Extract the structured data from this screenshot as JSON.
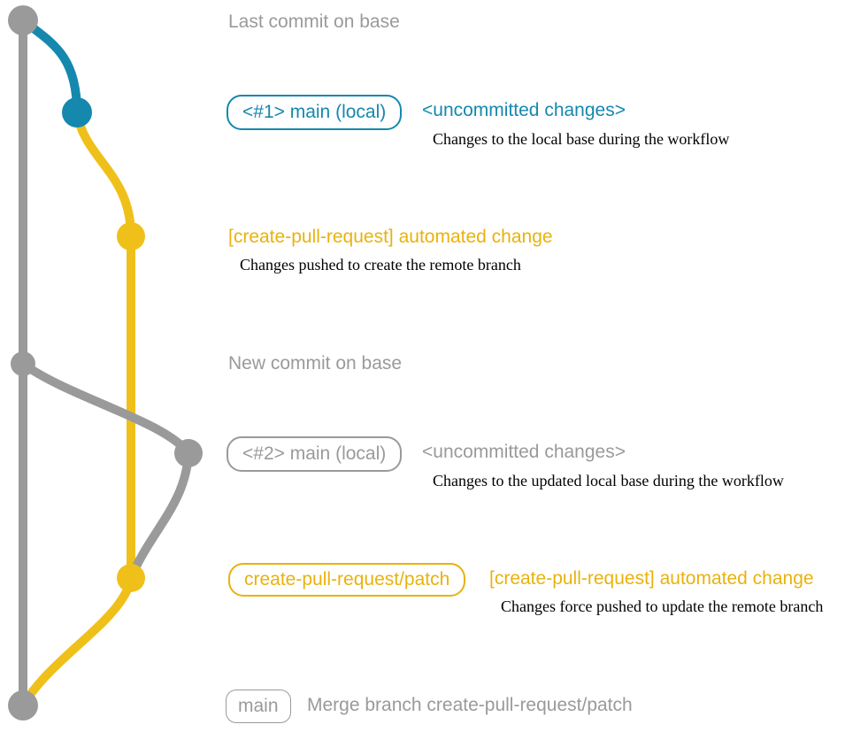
{
  "colors": {
    "gray": "#9a9a9a",
    "blue": "#1588ae",
    "yellow": "#f0c01a",
    "yellow_label": "#e9b20d",
    "black": "#000000"
  },
  "annotations": {
    "last_commit": {
      "title": "Last commit on base"
    },
    "step1": {
      "branch_label": "<#1> main (local)",
      "status": "<uncommitted changes>",
      "description": "Changes to the local base during the workflow"
    },
    "step2": {
      "label": "[create-pull-request] automated change",
      "description": "Changes pushed to create the remote branch"
    },
    "new_commit": {
      "title": "New commit on base"
    },
    "step3": {
      "branch_label": "<#2> main (local)",
      "status": "<uncommitted changes>",
      "description": "Changes to the updated local base during the workflow"
    },
    "step4": {
      "branch_label": "create-pull-request/patch",
      "label": "[create-pull-request] automated change",
      "description": "Changes force pushed to update the remote branch"
    },
    "merge": {
      "branch_label": "main",
      "message": "Merge branch create-pull-request/patch"
    }
  }
}
